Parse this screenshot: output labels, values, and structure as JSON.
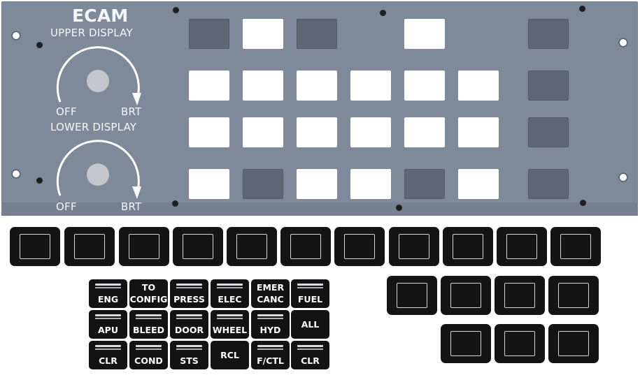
{
  "panel": {
    "title": "ECAM",
    "upper_display_label": "UPPER DISPLAY",
    "lower_display_label": "LOWER DISPLAY",
    "upper_off": "OFF",
    "upper_brt": "BRT",
    "lower_off": "OFF",
    "lower_brt": "BRT"
  },
  "keycaps": [
    {
      "line1": "ENG",
      "line2": ""
    },
    {
      "line1": "TO",
      "line2": "CONFIG"
    },
    {
      "line1": "PRESS",
      "line2": ""
    },
    {
      "line1": "ELEC",
      "line2": ""
    },
    {
      "line1": "EMER",
      "line2": "CANC"
    },
    {
      "line1": "FUEL",
      "line2": ""
    },
    {
      "line1": "APU",
      "line2": ""
    },
    {
      "line1": "BLEED",
      "line2": ""
    },
    {
      "line1": "DOOR",
      "line2": ""
    },
    {
      "line1": "WHEEL",
      "line2": ""
    },
    {
      "line1": "HYD",
      "line2": ""
    },
    {
      "line1": "ALL",
      "line2": ""
    },
    {
      "line1": "CLR",
      "line2": ""
    },
    {
      "line1": "COND",
      "line2": ""
    },
    {
      "line1": "STS",
      "line2": ""
    },
    {
      "line1": "RCL",
      "line2": ""
    },
    {
      "line1": "F/CTL",
      "line2": ""
    },
    {
      "line1": "CLR",
      "line2": ""
    }
  ],
  "colors": {
    "panel": "#7e8a9a",
    "keycap": "#131314",
    "legend": "#ffffff"
  }
}
